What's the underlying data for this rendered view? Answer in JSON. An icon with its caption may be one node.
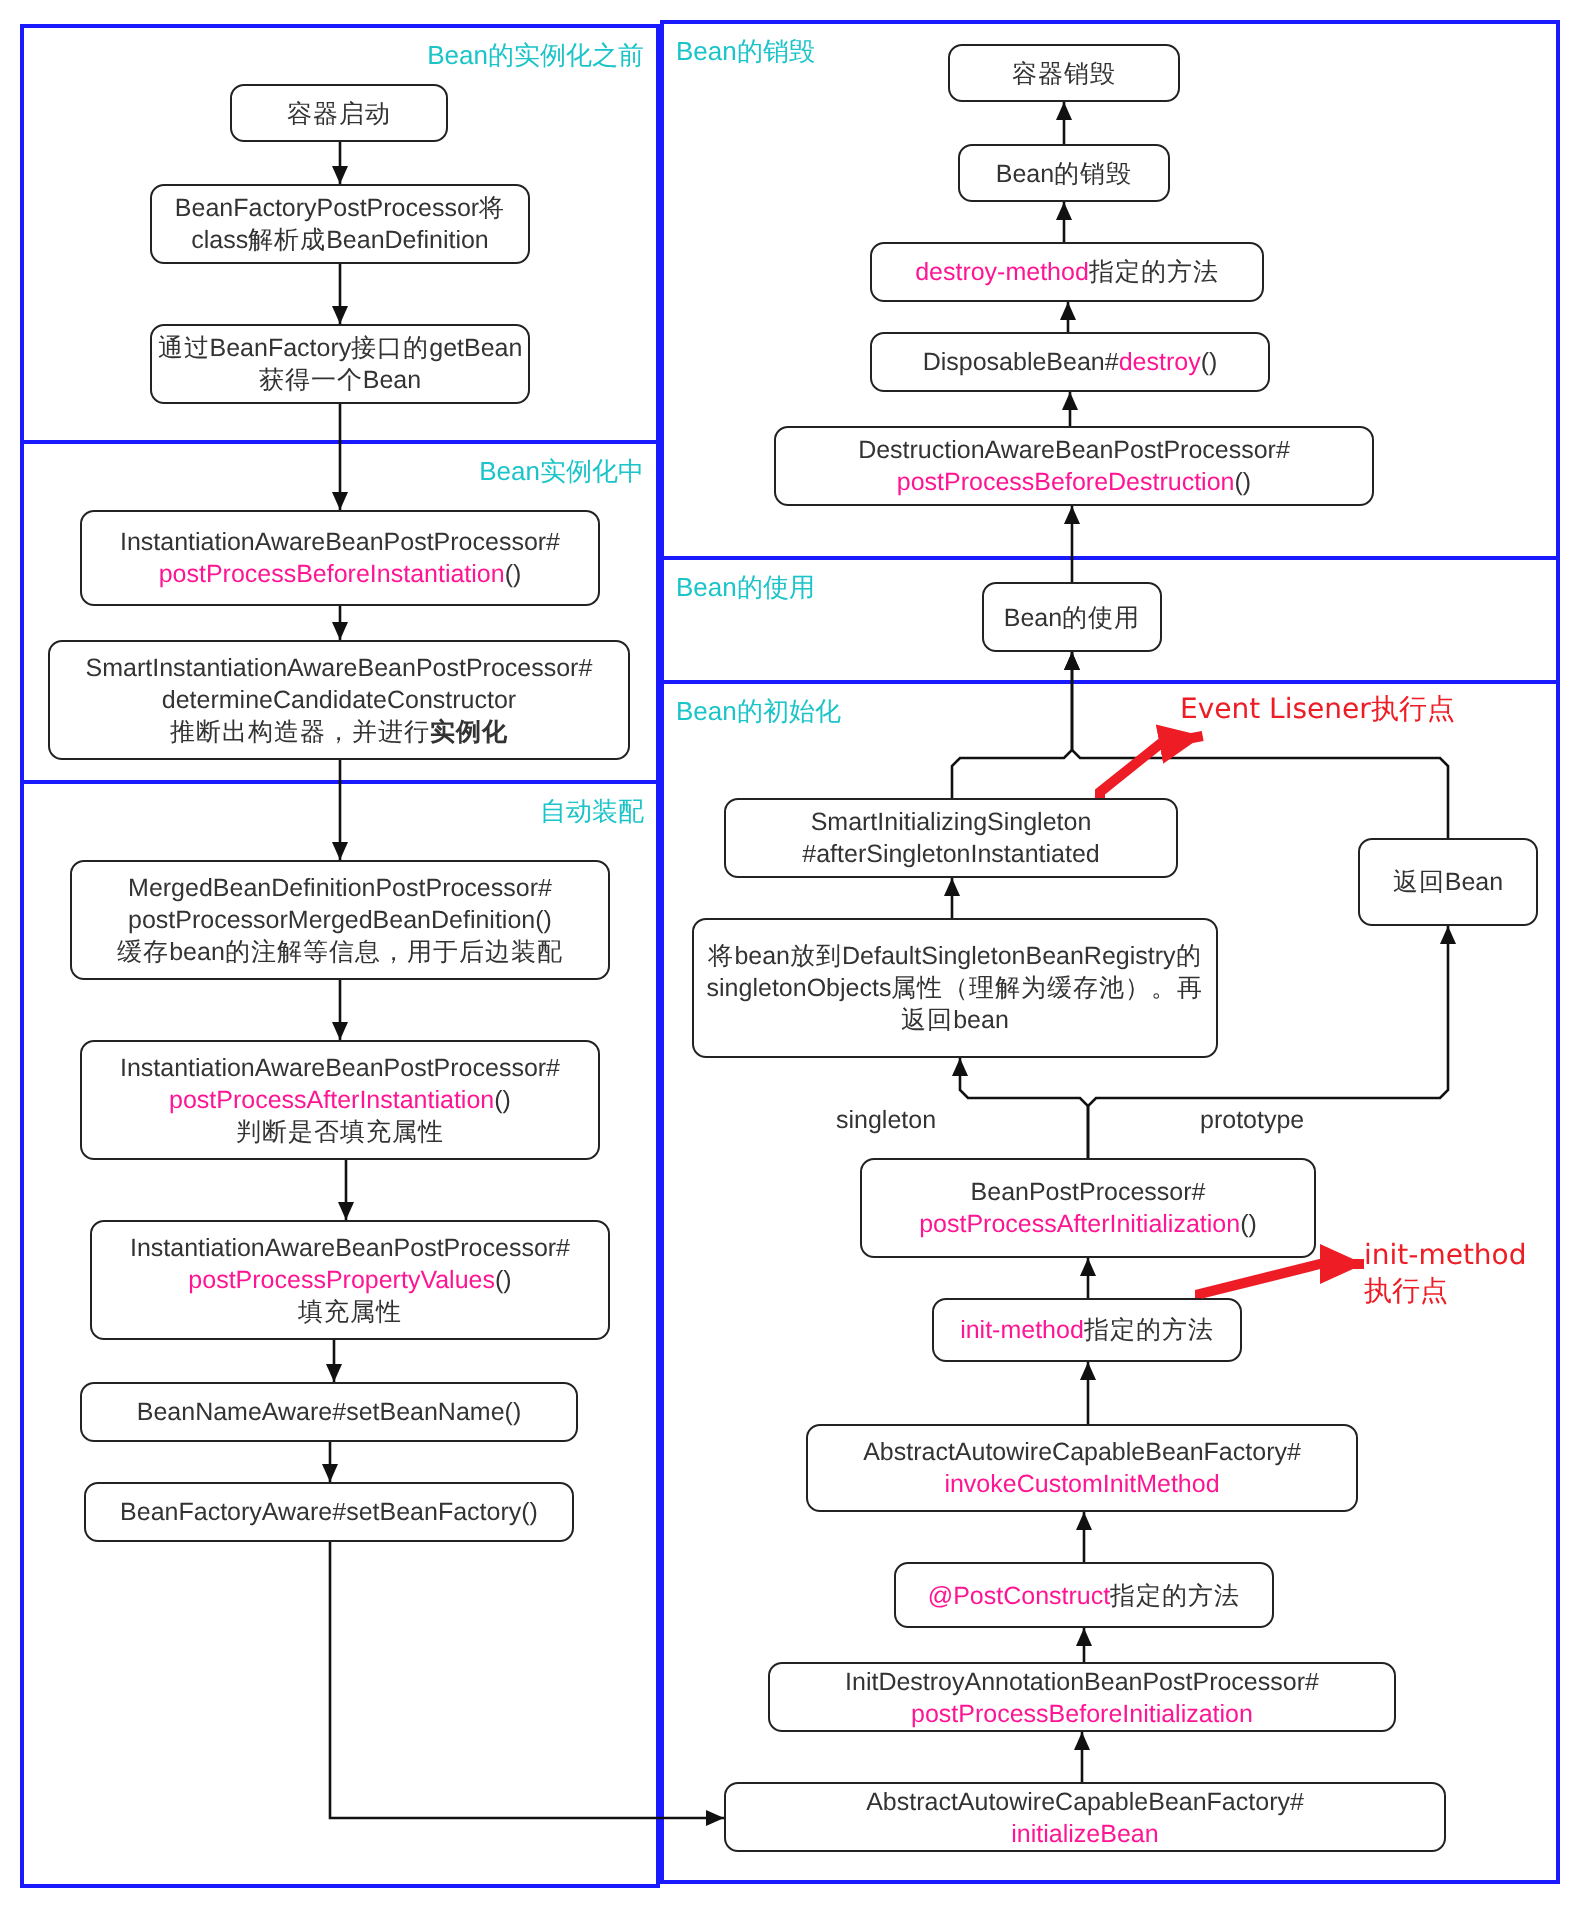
{
  "diagram": {
    "nodes": [
      {
        "text": [
          "Bean的实例化之前"
        ]
      },
      {
        "text": [
          "容器启动"
        ],
        "in": 0
      },
      {
        "text": [
          "BeanFactoryPostProcessor将class解析成BeanDefinition"
        ],
        "in": 0
      },
      {
        "text": [
          "通过BeanFactory接口的getBean获得一个Bean"
        ],
        "in": 0
      },
      {
        "text": [
          "Bean实例化中"
        ]
      },
      {
        "text": [
          "InstantiationAwareBeanPostProcessor#",
          "postProcessBeforeInstantiation()"
        ],
        "in": 4
      },
      {
        "text": [
          "SmartInstantiationAwareBeanPostProcessor#",
          "determineCandidateConstructor",
          "推断出构造器，并进行**实例化**"
        ],
        "in": 4
      },
      {
        "text": [
          "自动装配"
        ]
      },
      {
        "text": [
          "MergedBeanDefinitionPostProcessor#",
          "postProcessorMergedBeanDefinition()",
          "缓存bean的注解等信息，用于后边装配"
        ],
        "in": 7
      },
      {
        "text": [
          "InstantiationAwareBeanPostProcessor#",
          "postProcessAfterInstantiation()",
          "判断是否填充属性"
        ],
        "in": 7
      },
      {
        "text": [
          "InstantiationAwareBeanPostProcessor#",
          "postProcessPropertyValues()",
          "填充属性"
        ],
        "in": 7
      },
      {
        "text": [
          "BeanNameAware#setBeanName()"
        ],
        "in": 7
      },
      {
        "text": [
          "BeanFactoryAware#setBeanFactory()"
        ],
        "in": 7
      },
      {
        "text": [
          "Bean的销毁"
        ]
      },
      {
        "text": [
          "容器销毁"
        ],
        "in": 13
      },
      {
        "text": [
          "Bean的销毁"
        ],
        "in": 13
      },
      {
        "text": [
          "destroy-method指定的方法"
        ],
        "in": 13
      },
      {
        "text": [
          "DisposableBean#destroy()"
        ],
        "in": 13
      },
      {
        "text": [
          "DestructionAwareBeanPostProcessor#",
          "postProcessBeforeDestruction()"
        ],
        "in": 13
      },
      {
        "text": [
          "Bean的使用"
        ]
      },
      {
        "text": [
          "Bean的使用"
        ],
        "in": 19
      },
      {
        "text": [
          "Bean的初始化"
        ]
      },
      {
        "text": [
          "SmartInitializingSingleton #afterSingletonInstantiated"
        ],
        "in": 21
      },
      {
        "text": [
          "返回Bean"
        ],
        "in": 21
      },
      {
        "text": [
          "将bean放到DefaultSingletonBeanRegistry的singletonObjects属性（理解为缓存池）。再返回bean"
        ],
        "in": 21
      },
      {
        "text": [
          "BeanPostProcessor#",
          "postProcessAfterInitialization()"
        ],
        "in": 21
      },
      {
        "text": [
          "init-method指定的方法"
        ],
        "in": 21
      },
      {
        "text": [
          "AbstractAutowireCapableBeanFactory#",
          "invokeCustomInitMethod"
        ],
        "in": 21
      },
      {
        "text": [
          "@PostConstruct指定的方法"
        ],
        "in": 21
      },
      {
        "text": [
          "InitDestroyAnnotationBeanPostProcessor#",
          "postProcessBeforeInitialization"
        ],
        "in": 21
      },
      {
        "text": [
          "AbstractAutowireCapableBeanFactory#",
          "initializeBean"
        ],
        "in": 21
      },
      {
        "text": [
          "Event Lisener执行点"
        ],
        "in": 21
      },
      {
        "text": [
          "init-method 执行点"
        ],
        "in": 21
      }
    ],
    "edges": [
      {
        "from": 1,
        "to": 2,
        "arrow": "to"
      },
      {
        "from": 2,
        "to": 3,
        "arrow": "to"
      },
      {
        "from": 3,
        "to": 5,
        "arrow": "to"
      },
      {
        "from": 5,
        "to": 6,
        "arrow": "to"
      },
      {
        "from": 6,
        "to": 8,
        "arrow": "to"
      },
      {
        "from": 8,
        "to": 9,
        "arrow": "to"
      },
      {
        "from": 9,
        "to": 10,
        "arrow": "to"
      },
      {
        "from": 10,
        "to": 11,
        "arrow": "to"
      },
      {
        "from": 11,
        "to": 12,
        "arrow": "to"
      },
      {
        "from": 12,
        "to": 30,
        "arrow": "to"
      },
      {
        "from": 30,
        "to": 29,
        "arrow": "to"
      },
      {
        "from": 29,
        "to": 28,
        "arrow": "to"
      },
      {
        "from": 28,
        "to": 27,
        "arrow": "to"
      },
      {
        "from": 27,
        "to": 26,
        "arrow": "to"
      },
      {
        "from": 26,
        "to": 25,
        "arrow": "to"
      },
      {
        "from": 25,
        "to": 24,
        "arrow": "to",
        "label": "singleton"
      },
      {
        "from": 25,
        "to": 23,
        "arrow": "to",
        "label": "prototype"
      },
      {
        "from": 24,
        "to": 22,
        "arrow": "to"
      },
      {
        "from": 22,
        "to": 20,
        "arrow": "to"
      },
      {
        "from": 23,
        "to": 20,
        "arrow": "to"
      },
      {
        "from": 20,
        "to": 18,
        "arrow": "to"
      },
      {
        "from": 18,
        "to": 17,
        "arrow": "to"
      },
      {
        "from": 17,
        "to": 16,
        "arrow": "to"
      },
      {
        "from": 16,
        "to": 15,
        "arrow": "to"
      },
      {
        "from": 15,
        "to": 14,
        "arrow": "to"
      },
      {
        "from": 22,
        "to": 31,
        "arrow": "to",
        "style": "thick",
        "color": "#ee1c25"
      },
      {
        "from": 26,
        "to": 32,
        "arrow": "to",
        "style": "thick",
        "color": "#ee1c25"
      }
    ]
  }
}
